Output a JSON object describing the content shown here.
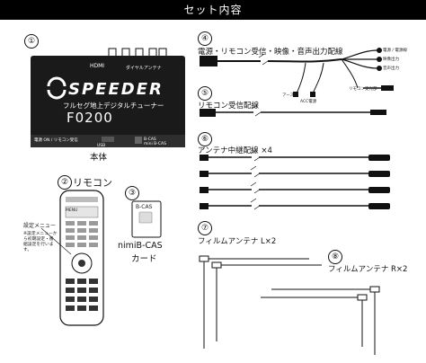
{
  "header": {
    "title": "セット内容"
  },
  "items": [
    {
      "number": "①",
      "caption": "本体",
      "brand": "SPEEDER",
      "subtitle": "フルセグ地上デジタルチューナー",
      "model": "F0200",
      "back_label": "HDMI",
      "connector_labels": "ダイヤルアンテナ",
      "front_left_text": "電源 ON / リモコン受信",
      "front_mid_text": "USB",
      "front_right_text": "B-CAS",
      "front_card_text": "mini B-CAS"
    },
    {
      "number": "②",
      "caption": "リモコン",
      "setting_menu": "設定メニュー",
      "setting_note": "※設定メニューから初期設定・番組設定を行います。",
      "remote_key_label": "MENU"
    },
    {
      "number": "③",
      "card_label": "B-CAS",
      "caption_line1": "nimiB-CAS",
      "caption_line2": "カード"
    },
    {
      "number": "④",
      "caption": "電源・リモコン受信・映像・音声出力配線",
      "wire_labels": [
        "電源 / 電源線",
        "映像出力",
        "音声出力",
        "アース(-)",
        "ACC電源",
        "リモコン受光部"
      ]
    },
    {
      "number": "⑤",
      "caption": "リモコン受信配線"
    },
    {
      "number": "⑥",
      "caption": "アンテナ中継配線 ×4"
    },
    {
      "number": "⑦",
      "caption": "フィルムアンテナ L×2"
    },
    {
      "number": "⑧",
      "caption": "フィルムアンテナ R×2"
    }
  ]
}
